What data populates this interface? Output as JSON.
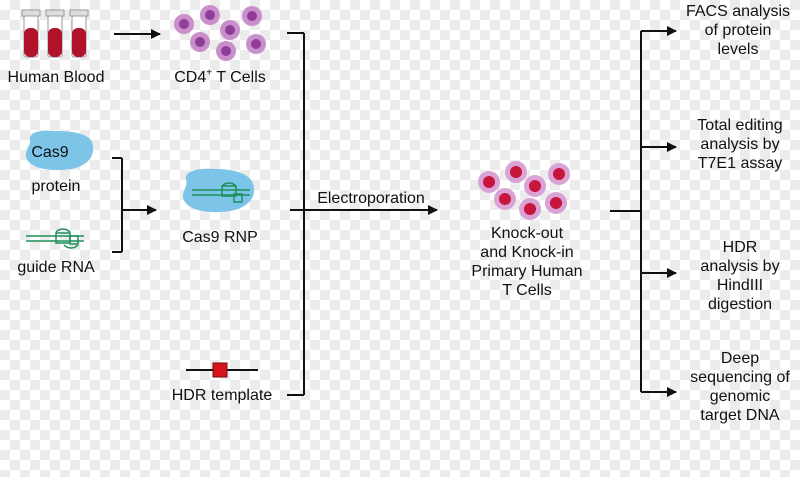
{
  "labels": {
    "human_blood": "Human Blood",
    "cd4_prefix": "CD4",
    "cd4_sup": "+",
    "cd4_suffix": " T Cells",
    "cas9_protein_name": "Cas9",
    "protein": "protein",
    "guide_rna": "guide RNA",
    "cas9_rnp": "Cas9 RNP",
    "hdr_template": "HDR template",
    "electroporation": "Electroporation",
    "result_line1": "Knock-out",
    "result_line2": "and Knock-in",
    "result_line3": "Primary Human",
    "result_line4": "T Cells"
  },
  "outputs": [
    {
      "lines": [
        "FACS analysis",
        "of protein",
        "levels"
      ]
    },
    {
      "lines": [
        "Total editing",
        "analysis by",
        "T7E1 assay"
      ]
    },
    {
      "lines": [
        "HDR",
        "analysis by",
        "HindIII",
        "digestion"
      ]
    },
    {
      "lines": [
        "Deep",
        "sequencing of",
        "genomic",
        "target DNA"
      ]
    }
  ],
  "colors": {
    "blood": "#b0122a",
    "tube_glass": "#ffffff",
    "cd4_cell_outer": "#c98fcb",
    "cd4_cell_inner": "#8e3d98",
    "edited_cell_outer": "#d9a3d6",
    "edited_cell_inner": "#c8153c",
    "cas9_blob": "#7cc4e8",
    "rna_green": "#1f8f5a",
    "hdr_box": "#d7141c",
    "line": "#111111"
  }
}
